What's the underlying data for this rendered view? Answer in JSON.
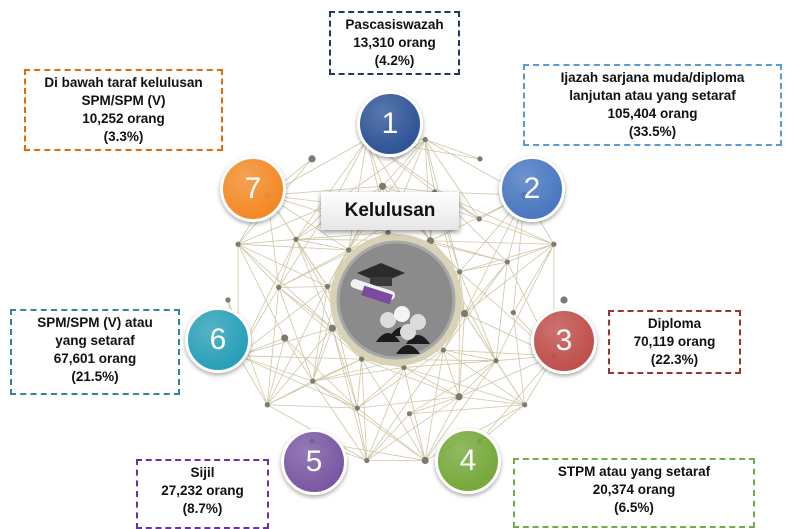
{
  "center": {
    "title": "Kelulusan"
  },
  "items": [
    {
      "num": "1",
      "color": "#2f5597",
      "border": "#1f3864",
      "lines": [
        "Pascasiswazah",
        "13,310 orang",
        "(4.2%)"
      ]
    },
    {
      "num": "2",
      "color": "#4a78c2",
      "border": "#5b9bd5",
      "lines": [
        "Ijazah sarjana muda/diploma",
        "lanjutan atau yang setaraf",
        "105,404 orang",
        "(33.5%)"
      ]
    },
    {
      "num": "3",
      "color": "#c0504d",
      "border": "#943634",
      "lines": [
        "Diploma",
        "70,119 orang",
        "(22.3%)"
      ]
    },
    {
      "num": "4",
      "color": "#77a93b",
      "border": "#70ad47",
      "lines": [
        "STPM atau yang setaraf",
        "20,374 orang",
        "(6.5%)"
      ]
    },
    {
      "num": "5",
      "color": "#7a59a3",
      "border": "#7030a0",
      "lines": [
        "Sijil",
        "27,232 orang",
        "(8.7%)"
      ]
    },
    {
      "num": "6",
      "color": "#2aa0b8",
      "border": "#31849b",
      "lines": [
        "SPM/SPM (V) atau",
        "yang setaraf",
        "67,601 orang",
        "(21.5%)"
      ]
    },
    {
      "num": "7",
      "color": "#f38a28",
      "border": "#e36c09",
      "lines": [
        "Di bawah taraf kelulusan",
        "SPM/SPM (V)",
        "10,252 orang",
        "(3.3%)"
      ]
    }
  ]
}
